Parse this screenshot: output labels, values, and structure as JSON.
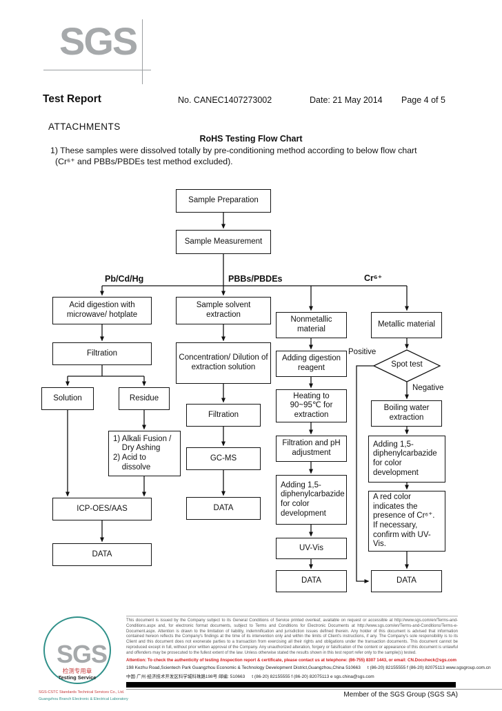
{
  "header": {
    "logo_text": "SGS",
    "title": "Test Report",
    "report_no": "No. CANEC1407273002",
    "date": "Date: 21 May 2014",
    "page": "Page 4 of 5"
  },
  "section": {
    "attachments_heading": "ATTACHMENTS",
    "chart_title": "RoHS Testing Flow Chart",
    "note_line1": "1) These samples were dissolved totally by pre-conditioning method according to below flow chart",
    "note_line2": "(Cr⁶⁺ and PBBs/PBDEs test method excluded)."
  },
  "flowchart": {
    "branch_labels": {
      "pb_cd_hg": "Pb/Cd/Hg",
      "pbbs_pbdes": "PBBs/PBDEs",
      "cr6": "Cr⁶⁺"
    },
    "decision_labels": {
      "positive": "Positive",
      "negative": "Negative"
    },
    "nodes": {
      "sample_preparation": "Sample Preparation",
      "sample_measurement": "Sample Measurement",
      "acid_digestion": "Acid digestion with microwave/ hotplate",
      "filtration_1": "Filtration",
      "solution": "Solution",
      "residue": "Residue",
      "alkali_fusion": "1) Alkali Fusion /\n    Dry Ashing\n2) Acid to\n    dissolve",
      "icp_oes_aas": "ICP-OES/AAS",
      "data_1": "DATA",
      "solvent_extraction": "Sample solvent extraction",
      "concentration": "Concentration/ Dilution of extraction solution",
      "filtration_2": "Filtration",
      "gc_ms": "GC-MS",
      "data_2": "DATA",
      "nonmetallic": "Nonmetallic material",
      "metallic": "Metallic material",
      "adding_digestion_reagent": "Adding digestion reagent",
      "heating": "Heating to 90~95℃ for extraction",
      "filtration_ph": "Filtration and pH adjustment",
      "adding_dpc_1": "Adding 1,5-diphenylcarbazide for color development",
      "uv_vis": "UV-Vis",
      "data_3": "DATA",
      "spot_test": "Spot test",
      "boiling_water": "Boiling water extraction",
      "adding_dpc_2": "Adding 1,5-diphenylcarbazide for color development",
      "red_color": "A red color indicates the presence of Cr⁶⁺. If necessary, confirm with UV-Vis.",
      "data_4": "DATA"
    }
  },
  "footer": {
    "logo_text": "SGS",
    "stamp": {
      "stamp_line1": "检测专用章",
      "stamp_line2": "Testing Service",
      "company": "SGS-CSTC Standards Technical Services Co., Ltd.",
      "laboratory": "Guangzhou Branch Electronic & Electrical Laboratory"
    },
    "legal_text": "This document is issued by the Company subject to its General Conditions of Service printed overleaf, available on request or accessible at http://www.sgs.com/en/Terms-and-Conditions.aspx and, for electronic format documents, subject to Terms and Conditions for Electronic Documents at http://www.sgs.com/en/Terms-and-Conditions/Terms-e-Document.aspx. Attention is drawn to the limitation of liability, indemnification and jurisdiction issues defined therein. Any holder of this document is advised that information contained hereon reflects the Company's findings at the time of its intervention only and within the limits of Client's instructions, if any. The Company's sole responsibility is to its Client and this document does not exonerate parties to a transaction from exercising all their rights and obligations under the transaction documents. This document cannot be reproduced except in full, without prior written approval of the Company. Any unauthorized alteration, forgery or falsification of the content or appearance of this document is unlawful and offenders may be prosecuted to the fullest extent of the law. Unless otherwise stated the results shown in this test report refer only to the sample(s) tested.",
    "attention_text": "Attention: To check the authenticity of testing /inspection report & certificate, please contact us at telephone: (86-755) 8307 1443, or email: CN.Doccheck@sgs.com",
    "address_en": "198 Kezhu Road,Scientech Park Guangzhou Economic & Technology Development District,Guangzhou,China 510663",
    "address_en_contact": "t (86-20) 82155555   f (86-20) 82075113   www.sgsgroup.com.cn",
    "address_cn": "中国·广州·经济技术开发区科学城科珠路198号   邮编: 510663",
    "address_cn_contact": "t (86-20) 82155555   f (86-20) 82075113   e sgs.china@sgs.com",
    "member_text": "Member of the SGS Group (SGS SA)"
  }
}
